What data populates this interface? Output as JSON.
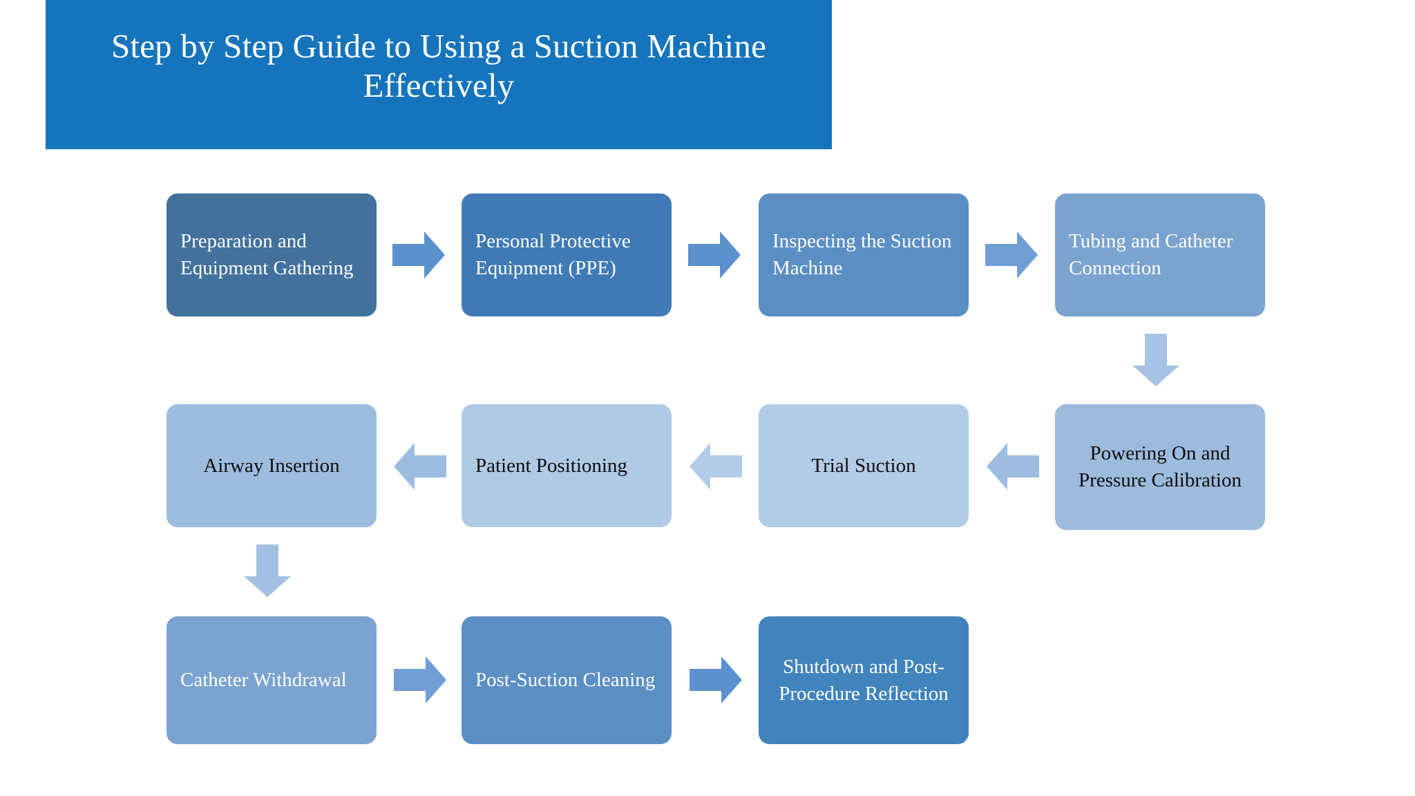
{
  "header": {
    "title": "Step by Step Guide to Using a Suction Machine Effectively",
    "banner_color": "#1574bb",
    "title_color": "#ffffff"
  },
  "chart_data": {
    "type": "diagram",
    "subtype": "process-flowchart",
    "title": "Step by Step Guide to Using a Suction Machine Effectively",
    "layout": "serpentine three rows, left-to-right then right-to-left then left-to-right",
    "node_count": 11,
    "nodes": [
      {
        "id": "n1",
        "order": 1,
        "label": "Preparation and Equipment Gathering",
        "row": 1,
        "col": 1,
        "fill": "#41719c",
        "text_color": "#ffffff",
        "text_align": "left"
      },
      {
        "id": "n2",
        "order": 2,
        "label": "Personal Protective Equipment (PPE)",
        "row": 1,
        "col": 2,
        "fill": "#3f7ab5",
        "text_color": "#ffffff",
        "text_align": "left"
      },
      {
        "id": "n3",
        "order": 3,
        "label": "Inspecting the Suction Machine",
        "row": 1,
        "col": 3,
        "fill": "#5b8fc4",
        "text_color": "#ffffff",
        "text_align": "left"
      },
      {
        "id": "n4",
        "order": 4,
        "label": "Tubing and Catheter Connection",
        "row": 1,
        "col": 4,
        "fill": "#7ba3d0",
        "text_color": "#ffffff",
        "text_align": "left"
      },
      {
        "id": "n5",
        "order": 5,
        "label": "Powering On and Pressure Calibration",
        "row": 2,
        "col": 4,
        "fill": "#9dbbdd",
        "text_color": "#0d0d0d",
        "text_align": "center"
      },
      {
        "id": "n6",
        "order": 6,
        "label": "Trial Suction",
        "row": 2,
        "col": 3,
        "fill": "#b2cbe6",
        "text_color": "#0d0d0d",
        "text_align": "center"
      },
      {
        "id": "n7",
        "order": 7,
        "label": "Patient Positioning",
        "row": 2,
        "col": 2,
        "fill": "#b0cae5",
        "text_color": "#0d0d0d",
        "text_align": "left"
      },
      {
        "id": "n8",
        "order": 8,
        "label": "Airway Insertion",
        "row": 2,
        "col": 1,
        "fill": "#9dbddf",
        "text_color": "#0d0d0d",
        "text_align": "center"
      },
      {
        "id": "n9",
        "order": 9,
        "label": "Catheter Withdrawal",
        "row": 3,
        "col": 1,
        "fill": "#7ba3d0",
        "text_color": "#ffffff",
        "text_align": "left"
      },
      {
        "id": "n10",
        "order": 10,
        "label": "Post-Suction Cleaning",
        "row": 3,
        "col": 2,
        "fill": "#5b8fc4",
        "text_color": "#ffffff",
        "text_align": "left"
      },
      {
        "id": "n11",
        "order": 11,
        "label": "Shutdown and Post-Procedure Reflection",
        "row": 3,
        "col": 3,
        "fill": "#4083bd",
        "text_color": "#ffffff",
        "text_align": "center"
      }
    ],
    "connectors": [
      {
        "from": "n1",
        "to": "n2",
        "direction": "right",
        "color": "#5b92cd"
      },
      {
        "from": "n2",
        "to": "n3",
        "direction": "right",
        "color": "#5b92cd"
      },
      {
        "from": "n3",
        "to": "n4",
        "direction": "right",
        "color": "#6f9ed5"
      },
      {
        "from": "n4",
        "to": "n5",
        "direction": "down",
        "color": "#a7c3e4"
      },
      {
        "from": "n5",
        "to": "n6",
        "direction": "left",
        "color": "#9dbcdf"
      },
      {
        "from": "n6",
        "to": "n7",
        "direction": "left",
        "color": "#b2cbe6"
      },
      {
        "from": "n7",
        "to": "n8",
        "direction": "left",
        "color": "#9dbddf"
      },
      {
        "from": "n8",
        "to": "n9",
        "direction": "down",
        "color": "#a2c0e2"
      },
      {
        "from": "n9",
        "to": "n10",
        "direction": "right",
        "color": "#6f9ed5"
      },
      {
        "from": "n10",
        "to": "n11",
        "direction": "right",
        "color": "#5b92cd"
      }
    ]
  }
}
